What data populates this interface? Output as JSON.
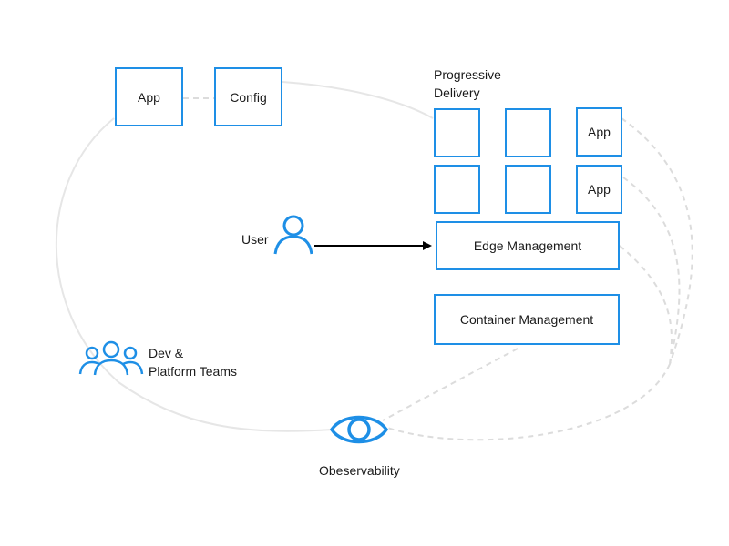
{
  "colors": {
    "accent": "#1e8fe6",
    "connector": "#e6e6e6",
    "dashed": "#dcdcdc",
    "arrow": "#000000"
  },
  "boxes": {
    "app_top_left": "App",
    "config": "Config",
    "progressive_app_1": "App",
    "progressive_app_2": "App",
    "edge_management": "Edge Management",
    "container_management": "Container Management"
  },
  "labels": {
    "progressive_delivery_line1": "Progressive",
    "progressive_delivery_line2": "Delivery",
    "user": "User",
    "teams_line1": "Dev &",
    "teams_line2": "Platform Teams",
    "observability": "Obeservability"
  },
  "icons": {
    "user": "user-icon",
    "teams": "team-icon",
    "observability": "eye-icon",
    "arrow": "arrow-right"
  }
}
